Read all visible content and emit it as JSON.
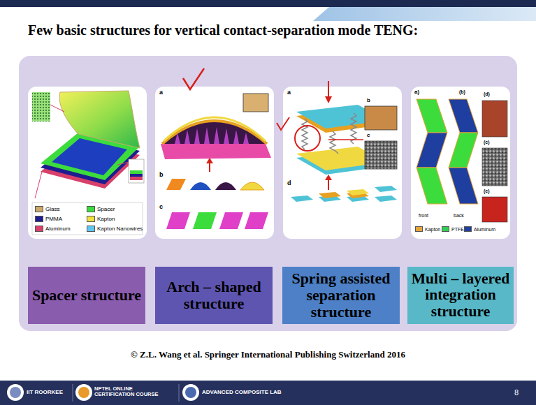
{
  "diagram": {
    "title": "Few basic structures for vertical contact-separation mode TENG:",
    "caption": "© Z.L. Wang et al. Springer International Publishing Switzerland 2016",
    "nodes": [
      {
        "text": [
          "Spacer structure"
        ]
      },
      {
        "text": [
          "Arch – shaped structure"
        ]
      },
      {
        "text": [
          "Spring assisted separation structure"
        ]
      },
      {
        "text": [
          "Multi – layered integration structure"
        ]
      }
    ],
    "edges": [],
    "labels": [
      "a",
      "b",
      "c",
      "a",
      "b",
      "c",
      "d",
      "a)",
      "front",
      "back",
      "(b)",
      "(c)",
      "(d)",
      "(e)",
      "IIT ROORKEE",
      "NPTEL ONLINE CERTIFICATION COURSE",
      "ADVANCED COMPOSITE LAB",
      "8"
    ],
    "legend": [
      {
        "text": "Glass",
        "color": "#c9a86a"
      },
      {
        "text": "Spacer",
        "color": "#3ddc3d"
      },
      {
        "text": "PMMA",
        "color": "#1d1d8f"
      },
      {
        "text": "Kapton",
        "color": "#f0e040"
      },
      {
        "text": "Aluminum",
        "color": "#d8406a"
      },
      {
        "text": "Kapton Nanowires",
        "color": "#5cc8f0"
      },
      {
        "text": "Kapton",
        "color": "#e6a43a"
      },
      {
        "text": "PTFE",
        "color": "#33cc55"
      },
      {
        "text": "Aluminum",
        "color": "#1f3fa0"
      }
    ]
  }
}
